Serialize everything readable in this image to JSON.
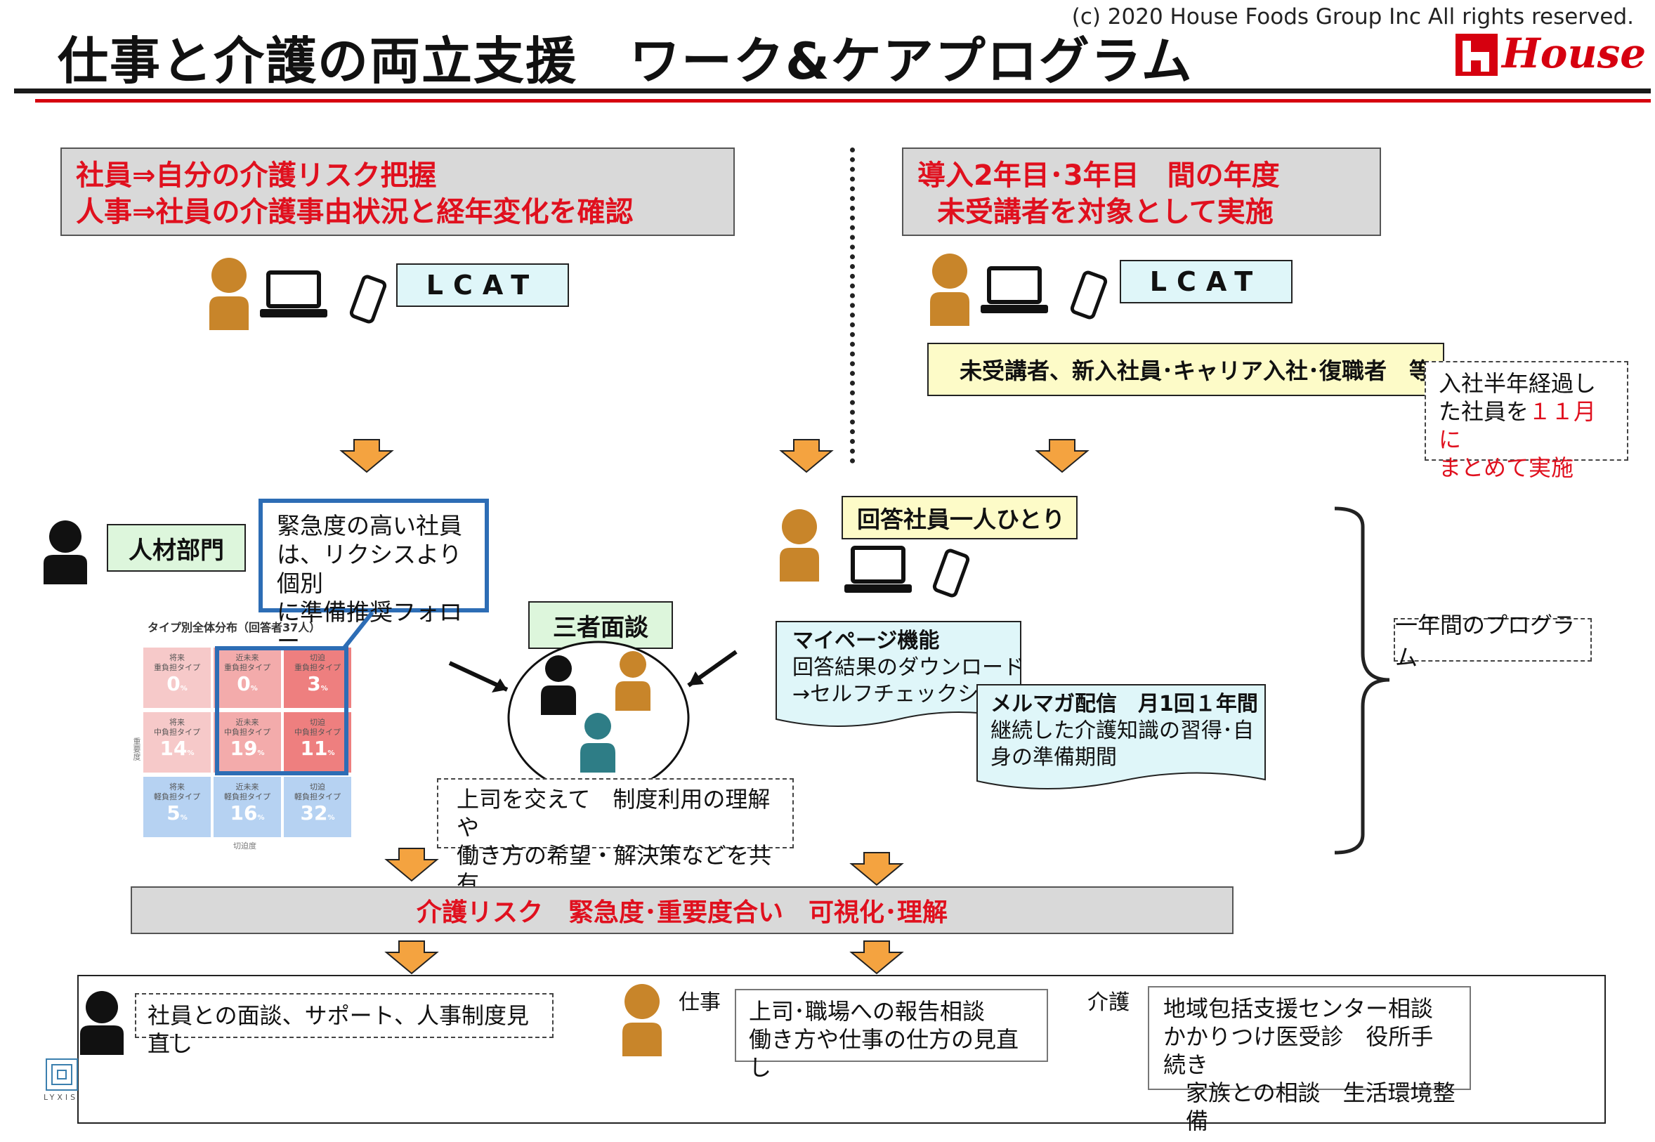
{
  "header": {
    "title": "仕事と介護の両立支援　ワーク&ケアプログラム",
    "copyright": "(c) 2020 House Foods Group Inc All rights reserved.",
    "logo_text": "House"
  },
  "left_panel": {
    "line1": "社員⇒自分の介護リスク把握",
    "line2": "人事⇒社員の介護事由状況と経年変化を確認",
    "lcat": "LCAT"
  },
  "right_panel": {
    "line1": "導入2年目･3年目　間の年度",
    "line2": "未受講者を対象として実施",
    "lcat": "LCAT",
    "target": "未受講者、新入社員･キャリア入社･復職者　等",
    "note_line1": "入社半年経過し",
    "note_line2_prefix": "た社員を",
    "note_line2_red": "１１月に",
    "note_line3_red": "まとめて実施"
  },
  "hr": {
    "label": "人材部門",
    "callout": [
      "緊急度の高い社員",
      "は、リクシスより個別",
      "に準備推奨フォロー"
    ]
  },
  "distribution": {
    "title": "タイプ別全体分布（回答者37人）",
    "y_axis": "重要度",
    "x_axis": "切迫度",
    "cells": [
      {
        "l1": "将来",
        "l2": "重負担タイプ",
        "v": "0",
        "c": "#f6c9c9"
      },
      {
        "l1": "近未来",
        "l2": "重負担タイプ",
        "v": "0",
        "c": "#f3abab"
      },
      {
        "l1": "切迫",
        "l2": "重負担タイプ",
        "v": "3",
        "c": "#ee7f7f"
      },
      {
        "l1": "将来",
        "l2": "中負担タイプ",
        "v": "14",
        "c": "#f6c9c9"
      },
      {
        "l1": "近未来",
        "l2": "中負担タイプ",
        "v": "19",
        "c": "#f3abab"
      },
      {
        "l1": "切迫",
        "l2": "中負担タイプ",
        "v": "11",
        "c": "#ee7f7f"
      },
      {
        "l1": "将来",
        "l2": "軽負担タイプ",
        "v": "5",
        "c": "#b6d2f2"
      },
      {
        "l1": "近未来",
        "l2": "軽負担タイプ",
        "v": "16",
        "c": "#b6d2f2"
      },
      {
        "l1": "切迫",
        "l2": "軽負担タイプ",
        "v": "32",
        "c": "#b6d2f2"
      }
    ],
    "unit": "%"
  },
  "meeting": {
    "label": "三者面談",
    "desc1": "上司を交えて　制度利用の理解や",
    "desc2": "働き方の希望・解決策などを共有"
  },
  "respondent": {
    "label": "回答社員一人ひとり",
    "mypage_title": "マイページ機能",
    "mypage_l1": "回答結果のダウンロード",
    "mypage_l2": "→セルフチェックシート",
    "mail_title": "メルマガ配信　月1回１年間",
    "mail_l1": "継続した介護知識の習得･自",
    "mail_l2": "身の準備期間",
    "program": "一年間のプログラム"
  },
  "result_bar": "介護リスク　緊急度･重要度合い　可視化･理解",
  "outcomes": {
    "hr_action": "社員との面談、サポート、人事制度見直し",
    "work_label": "仕事",
    "work_l1": "上司･職場への報告相談",
    "work_l2": "働き方や仕事の仕方の見直し",
    "care_label": "介護",
    "care_l1": "地域包括支援センター相談",
    "care_l2": "かかりつけ医受診　役所手続き",
    "care_l3": "家族との相談　生活環境整備"
  },
  "footer_logo": "LYXIS",
  "colors": {
    "accent_red": "#e0101e",
    "person_orange": "#c8852a",
    "person_teal": "#2e7d86",
    "arrow_orange": "#f4a340",
    "frame_blue": "#2d6db5"
  }
}
